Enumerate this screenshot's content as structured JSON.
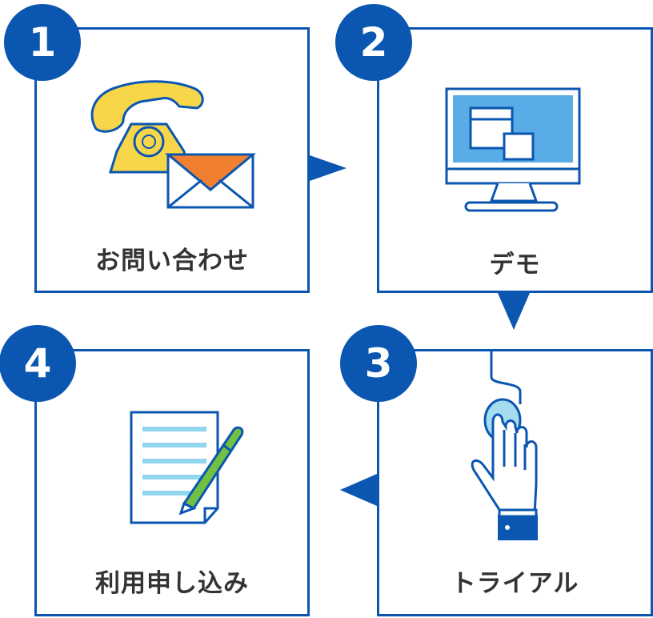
{
  "steps": [
    {
      "number": "1",
      "label": "お問い合わせ",
      "icon": "phone-and-mail-icon"
    },
    {
      "number": "2",
      "label": "デモ",
      "icon": "monitor-icon"
    },
    {
      "number": "3",
      "label": "トライアル",
      "icon": "hand-mouse-icon"
    },
    {
      "number": "4",
      "label": "利用申し込み",
      "icon": "application-form-icon"
    }
  ],
  "colors": {
    "primary": "#0b56b0",
    "text": "#333333",
    "phone": "#f7d64a",
    "envelope_flap": "#f08030",
    "screen": "#5aace6",
    "mouse": "#a6dcf0",
    "pen": "#72c043",
    "form_lines": "#8fd6ee"
  },
  "flow": [
    "1 → 2",
    "2 → 3",
    "3 → 4"
  ]
}
